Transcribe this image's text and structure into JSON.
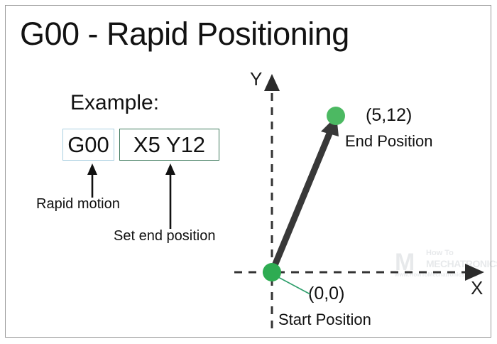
{
  "diagram": {
    "title": "G00 - Rapid Positioning",
    "example_label": "Example:",
    "code": {
      "command": "G00",
      "command_border_color": "#a9cfe0",
      "parameters": "X5 Y12",
      "parameters_border_color": "#3f7a5e"
    },
    "annotations": {
      "command_note": "Rapid motion",
      "parameters_note": "Set end position"
    },
    "axes": {
      "y_label": "Y",
      "x_label": "X",
      "style": "dashed",
      "color": "#333333"
    },
    "points": [
      {
        "id": "start",
        "coordinate_label": "(0,0)",
        "name": "Start Position",
        "x": 0,
        "y": 0,
        "color": "#2eac52"
      },
      {
        "id": "end",
        "coordinate_label": "(5,12)",
        "name": "End Position",
        "x": 5,
        "y": 12,
        "color": "#4cb962"
      }
    ],
    "motion_path": {
      "type": "rapid-linear",
      "from": "(0,0)",
      "to": "(5,12)",
      "color": "#383838"
    },
    "watermark": {
      "mark": "M",
      "line1": "How To",
      "line2": "MECHATRONICS",
      "url": "www.HowToMechatronics.com"
    }
  }
}
